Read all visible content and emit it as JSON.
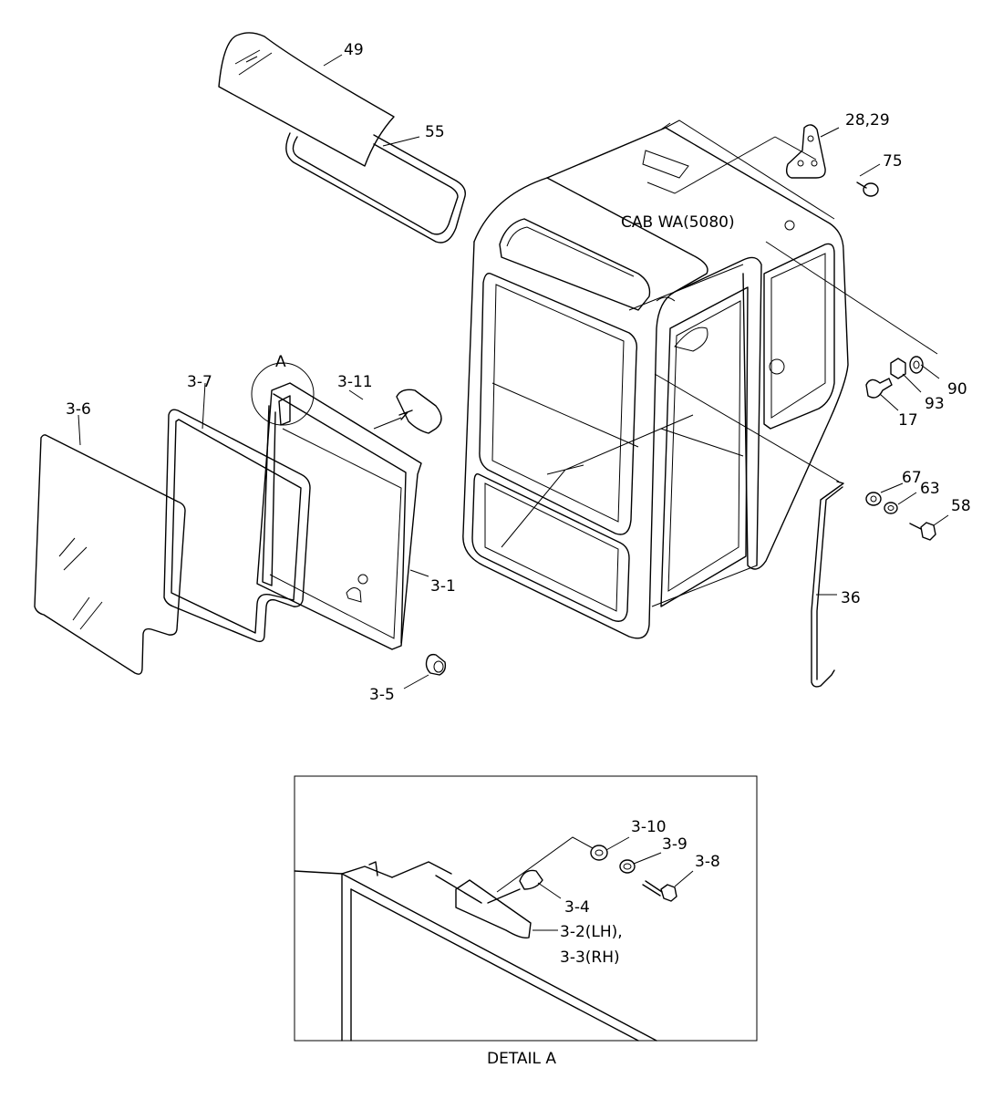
{
  "diagram": {
    "cab_label": "CAB WA(5080)",
    "detail_title": "DETAIL A",
    "detail_marker": "A",
    "callouts": {
      "p49": "49",
      "p55": "55",
      "p28_29": "28,29",
      "p75": "75",
      "p90": "90",
      "p93": "93",
      "p17": "17",
      "p67": "67",
      "p63": "63",
      "p58": "58",
      "p36": "36",
      "p3_6": "3-6",
      "p3_7": "3-7",
      "p3_11": "3-11",
      "p3_1": "3-1",
      "p3_5": "3-5",
      "p3_10": "3-10",
      "p3_9": "3-9",
      "p3_8": "3-8",
      "p3_4": "3-4",
      "p3_2": "3-2(LH),",
      "p3_3": "3-3(RH)"
    }
  }
}
